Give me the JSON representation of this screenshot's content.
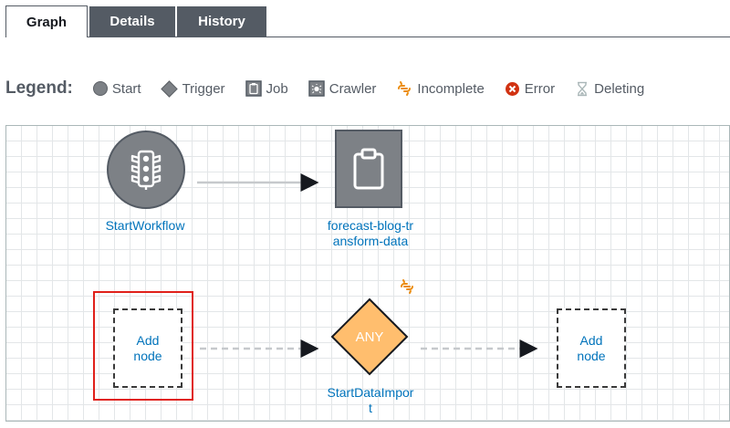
{
  "tabs": [
    {
      "label": "Graph",
      "active": true
    },
    {
      "label": "Details",
      "active": false
    },
    {
      "label": "History",
      "active": false
    }
  ],
  "legend": {
    "title": "Legend:",
    "items": [
      {
        "label": "Start",
        "icon": "circle-icon"
      },
      {
        "label": "Trigger",
        "icon": "diamond-icon"
      },
      {
        "label": "Job",
        "icon": "clipboard-icon"
      },
      {
        "label": "Crawler",
        "icon": "crawler-icon"
      },
      {
        "label": "Incomplete",
        "icon": "broken-link-icon"
      },
      {
        "label": "Error",
        "icon": "error-icon"
      },
      {
        "label": "Deleting",
        "icon": "hourglass-icon"
      }
    ]
  },
  "graph": {
    "start_node": {
      "label": "StartWorkflow"
    },
    "job_node": {
      "label_line1": "forecast-blog-tr",
      "label_line2": "ansform-data"
    },
    "add_node_1": {
      "line1": "Add",
      "line2": "node"
    },
    "trigger_node": {
      "text": "ANY",
      "label_line1": "StartDataImpor",
      "label_line2": "t"
    },
    "add_node_2": {
      "line1": "Add",
      "line2": "node"
    }
  },
  "colors": {
    "node_gray": "#7d8186",
    "node_border": "#545b64",
    "link_blue": "#0073bb",
    "trigger_fill": "#ffbe6e",
    "incomplete_orange": "#eb8c0f",
    "error_red": "#d13212",
    "selection_red": "#e0201a"
  }
}
